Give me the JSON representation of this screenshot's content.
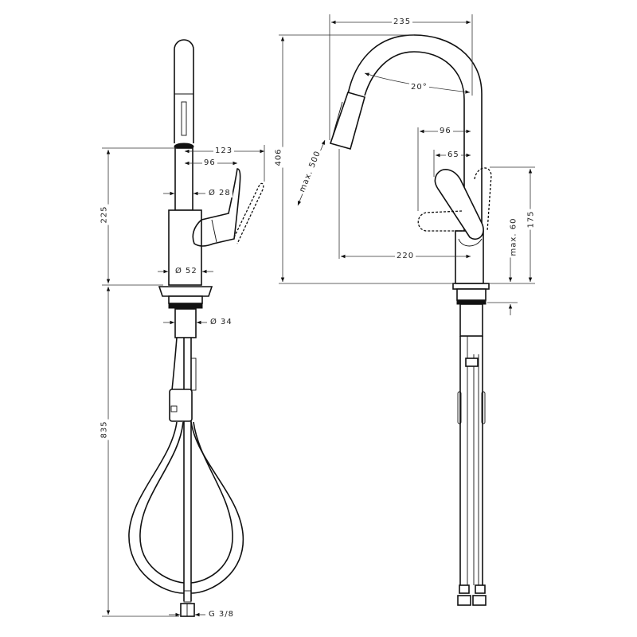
{
  "diagram": {
    "title": "Pull-out kitchen faucet technical dimension drawing",
    "views": [
      "front-view",
      "side-view"
    ],
    "colors": {
      "line": "#111111",
      "background": "#ffffff"
    }
  },
  "front_view": {
    "dimensions": {
      "spout_reach_total": "123",
      "spout_reach_handle": "96",
      "spout_diameter": "Ø 28",
      "height_above_deck": "225",
      "body_diameter": "Ø 52",
      "shank_diameter": "Ø 34",
      "length_below_deck": "835",
      "connection_thread": "G 3/8"
    }
  },
  "side_view": {
    "dimensions": {
      "spout_width": "235",
      "spout_angle": "20°",
      "total_height": "406",
      "hose_extension": "max. 500",
      "handle_reach_96": "96",
      "handle_reach_65": "65",
      "spout_projection": "220",
      "handle_height": "175",
      "deck_thickness": "max. 60"
    }
  }
}
